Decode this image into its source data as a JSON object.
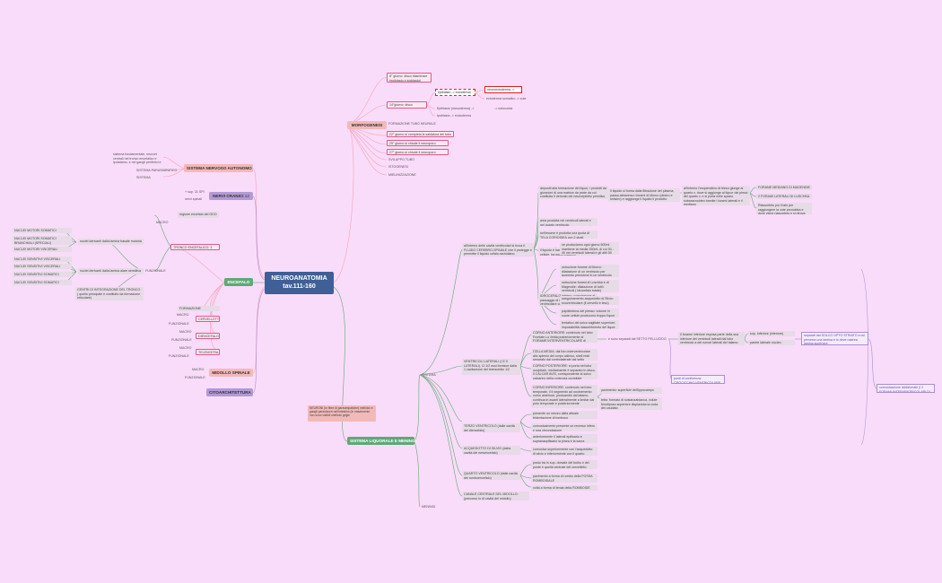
{
  "root": {
    "line1": "NEUROANATOMIA",
    "line2": "tav.111-160"
  },
  "branches": {
    "morfogenesi": "MORFOGENESI",
    "sistema_autonomo": "SISTEMA NERVOSO AUTONOMO",
    "nervi_cranici": "NERVI CRANICI",
    "encefalo": "ENCEFALO",
    "midollo": "MIDOLLO SPINALE",
    "citoarchitettura": "CITOARCHITETTURA",
    "liquorale": "SISTEMA LIQUORALE E MENINGI"
  },
  "note_neuroni": "NEURONI (In fibre di parasimpatiche) mielinici e gangli paravisceri nell'intestino (in nasalmente non sono visibili mielinici grigie",
  "morfogenesi": {
    "g8": "8° giorno: disco bilaminare (epiblasto e ipoblasto)",
    "g14": "14°giorno: disco trilaminare",
    "epiblasto_ectoderma": "epiblasto -> ectoderma",
    "neuroectoderma": "neuroectoderma -> SNC",
    "ectoderma_cute": "ectoderma somatico -> cute",
    "epiblasto_mesoderma": "Epiblasto (mesoderma) -> mesoderma",
    "notocorda": "-> notocorda",
    "ipoblasto": "Ipoblasto -> endoderma",
    "formazione_tubo": "FORMAZIONE TUBO NEURALE",
    "g22": "22° giorno si completa la saldatura del tubo",
    "g25": "25° giorno si chiude il neuroporo rostrale",
    "g27": "27° giorno si chiude il neuroporo caudale",
    "sviluppo_tubo": "SVILUPPO TUBO",
    "istogenesi": "ISTOGENESI",
    "mielinizzazione": "MIELINIZZAZIONE"
  },
  "autonomo": {
    "desc": "sistema fondamentale, neuroni centrali nel tronco encefalico e ipotalamo, e nei gangli periferici e neuroni di gangli",
    "para": "SISTEMA PARASIMPATICO",
    "orto": "SISTEMA ORTOSIMPATICO"
  },
  "nervi": {
    "count": "12",
    "spinali": "+ sup. 31 SPI",
    "extra": "nervi spinali"
  },
  "encefalo": {
    "tronco": "TRONCO ENCEFALICO: 3 mm",
    "regione": "regione encefalo del GDO",
    "macro": "MACRO",
    "funzionale": "FUNZIONALE",
    "nuclei_motori_spec": "NUCLEI MOTORI SOMATICI GENERALI",
    "nuclei_motori_branc": "NUCLEI MOTORI SOMATICI BRANCHIALI (SPECIALI)",
    "nuclei_motori_visc": "NUCLEI MOTORI VISCERALI",
    "nuclei_sens_gen": "NUCLEI SENSITIVI VISCERALI GENERALI",
    "nuclei_sens_spec": "NUCLEI SENSITIVI VISCERALI SPECIALI",
    "nuclei_som_gen": "NUCLEI SENSITIVI SOMATICI GENERALI",
    "nuclei_som_spec": "NUCLEI SENSITIVI SOMATICI SPECIALI",
    "nuclei_mot_group": "nuclei derivanti dalla lamina basale motoria",
    "nuclei_sens_group": "nuclei derivanti dalla lamina alare sensitiva",
    "centri": "CENTRI DI INTEGRAZIONE DEL TRONCO ( quello principale è costituito da formazione reticolare)",
    "formazione_retic": "FORMAZIONE RETICOLARE",
    "cervelletto": "CERVELLETTO",
    "diencefalo": "DIENCEFALO",
    "telencefalo": "TELENCEFALO",
    "macro2": "MACRO",
    "funzionale2": "FUNZIONALE",
    "macro3": "MACRO",
    "funzionale3": "FUNZIONALE",
    "macro4": "MACRO",
    "funzionale4": "FUNZIONALE"
  },
  "midollo": {
    "macro": "MACRO",
    "funzionale": "FUNZIONALE"
  },
  "liquorale": {
    "sistema_ventricolare": "SISTEMA VENTRICOLARE",
    "meningi": "MENINGI",
    "sviluppo": "all'interno delle cavità ventricolari si trova il FLUIDO CEREBRO-SPINALE che li protegge e permette il liquido cefalo-rachidiano",
    "dep1": "depositi alla formazione dei liquor, i prodotti da giunzioni di una matrice da parte da cui costituita il derivato dei neuroepitelio primitivo",
    "dep2": "Il liquido si forma dalla filtrazione del plasma, passa attraverso i forami di Monro (destro e sinistro) e raggiunge il liquido il prodotto",
    "dep3": "all'interno l'ecopendimo di bleso giunge al quarto v. dove si aggiunge al liquor dei plessi del quarto v. e si porta nelle spazio subaracnoideo tramite i forami laterali e il mediano",
    "forame_mediano": "FORAME MEDIANO DI MAGENDIE",
    "forami_laterali": "2 FORAMI LATERALI DI LUSCHKA",
    "riassorb": "Riassorbito poi il lato per raggiungere la cute arcnoidea e dove viene riassorbito e si ritrova nella cisterna spinale",
    "area_prodotta": "area prodotta nei ventricoli laterali e nel quarto ventricolo",
    "nell_essere": "nell'essere è prodotta una quota di TELA CORIOIDEA con 2 strati",
    "il_liquido_trasp": "il liquido è trasparente e non contiene cellule, ha pochi zuccheri",
    "ne_produciamo": "ne produciamo ogni giorno 500ml mantiene la media 150mL di cui 30 - 40 nei ventricoli laterali e gli altri 50 nello spazio subaracnoideo",
    "ostruzione_monro": "ostruzione forame di Monro: dilatazione di un ventricolo per aumento pressione in un ventricolo laterale",
    "ostruzione_luschka": "ostruzione forami di Luschka e di Magendie: dilatazione di tutti i ventricoli ( idrocefalo totale)",
    "idrocefalo": "IDROCEFALO interno: cumulazione al passaggio di liquor nei sist. ventricolare con dilatazione ventricolare",
    "sanguinamento": "sanguinamento acquedotto di Silvio: ecovertricolare (il cervello è leso)",
    "papilledema": "papilledema del plesso: volume in cuore cellule producono troppo liquor",
    "tentativo": "tentativo del solco sagittale superiore: impossibilità riassorbimento del liquor",
    "ventricoli_laterali": "VENTRICOLI LATERALI (I E II LATERALI), Ci 1/2 essi fornisce dalla 1 cavitazione del telencefalo 1/2",
    "corno_anteriore": "CORNO ANTERIORE: contenuto nel lobo Frontale Lo limita posteriormente al FORAME INTERVENTRICOLARE di Monro",
    "cella_media": "CELLA MEDIA: dal foro interventricolare allo splenio del corpo calloso, shell resti separato dal controlaterale dal setto pellucido",
    "corno_posteriore": "CORNO POSTERIORE: si porta nel lobo occipitale, medialmente è separato in disco, il CALCAR AVIS, corrispondente al solco calcarino della corteccia occipitale",
    "corno_inferiore": "CORNO INFERIORE: contenuto nel lobo temporale, il il segmento ad uncinemento corno anteriore, postuandlo dal talamo, continua in avanti lateralmente a limitar dal polo temporale e posteriormente",
    "pavimento_sup": "pavimento: superficie dell'ippocampo",
    "tetto_sup": "tetto: formato di sostanzabianca, volute fenotiposo superiore dispiaciuta la coda del caudato",
    "e_sono_separati": "e sono separati dal SETTO PELLUCIDO",
    "il_forame": "Il forame inferiore esposa parte della sua inferiore dei ventricoli laterali dal lobo ventricolo a dei rumori laterali del talamo",
    "sup_inferiore": "sup. inferiore (inferiore) talamo",
    "parete_laterale": "parete laterale nucleo caudato",
    "separati_solco": "separati dal SOLCO OPTO STRIATO a cui perverra una lamina e lo deve rastrea lamina superiore",
    "punti_confluenza": "punti di confluenza: CROCICCHIO VENTRICOLARE",
    "comunicazione": "comunicazione addizionale (i 2 FORAMI INTERVENTRICOLARI DI MONRO)",
    "terzo_ventricolo": "TERZO VENTRICOLO (dalle cavità del diencefalo)",
    "presente_linea": "presente un mezzo dalla attuale tridentazione di tomboco",
    "comunicamento": "comunicamento presente un recesso infero e una circondazione",
    "anteriormente": "anteriormente il laterali epifisario e sopranaspifisario la pinea e la sacra paraecia",
    "acquedotto": "ACQUEDOTTO DI SILVIO (dalla cavità del mesencefalo)",
    "comunica_sup": "comunica superiormente con l'acquedotto di silvio e inferiormente con il quarto ventricolo",
    "quarto_ventricolo": "QUARTO VENTRICOLO (dalle cavità del romboencefalo)",
    "posto": "posto tra in sup. dorsale del bulbo e del ponte e quella ventrale del cervelletto",
    "pavimento_rombo": "pavimento a forma di rombo della FOSSA ROMBOIDALE",
    "volta": "volta a forma di tenda della ROMBOIDE",
    "canale_centrale": "CANALE CENTRALE DEL MIDOLLO: (percorso lo di cavità del midollo)"
  }
}
